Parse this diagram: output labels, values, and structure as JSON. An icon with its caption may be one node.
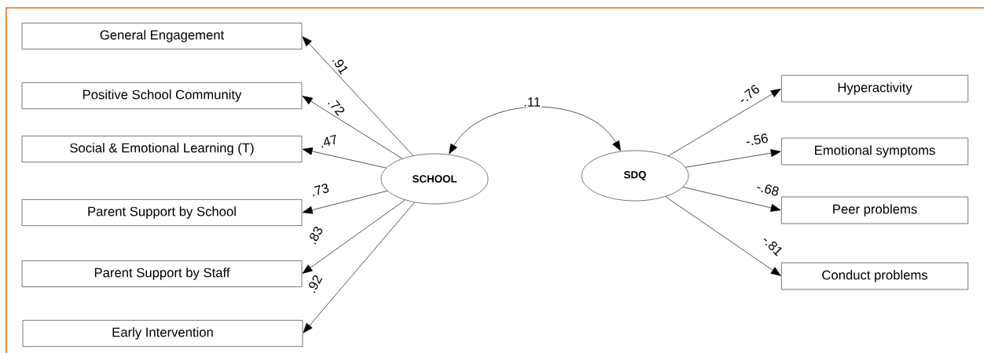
{
  "diagram": {
    "nodes": [
      {
        "text": [
          "General Engagement"
        ]
      },
      {
        "text": [
          "Positive School Community"
        ]
      },
      {
        "text": [
          "Social & Emotional Learning (T)"
        ]
      },
      {
        "text": [
          "Parent Support by School"
        ]
      },
      {
        "text": [
          "Parent Support by Staff"
        ]
      },
      {
        "text": [
          "Early Intervention"
        ]
      },
      {
        "text": [
          "SCHOOL"
        ]
      },
      {
        "text": [
          "SDQ"
        ]
      },
      {
        "text": [
          "Hyperactivity"
        ]
      },
      {
        "text": [
          "Emotional symptoms"
        ]
      },
      {
        "text": [
          "Peer problems"
        ]
      },
      {
        "text": [
          "Conduct problems"
        ]
      }
    ],
    "edges": [
      {
        "from": 6,
        "to": 0,
        "arrow": "to",
        "label": ".91"
      },
      {
        "from": 6,
        "to": 1,
        "arrow": "to",
        "label": ".72"
      },
      {
        "from": 6,
        "to": 2,
        "arrow": "to",
        "label": ".47"
      },
      {
        "from": 6,
        "to": 3,
        "arrow": "to",
        "label": ".73"
      },
      {
        "from": 6,
        "to": 4,
        "arrow": "to",
        "label": ".83"
      },
      {
        "from": 6,
        "to": 5,
        "arrow": "to",
        "label": ".92"
      },
      {
        "from": 6,
        "to": 7,
        "arrow": "both",
        "label": ".11"
      },
      {
        "from": 7,
        "to": 8,
        "arrow": "to",
        "label": "-.76"
      },
      {
        "from": 7,
        "to": 9,
        "arrow": "to",
        "label": "-.56"
      },
      {
        "from": 7,
        "to": 10,
        "arrow": "to",
        "label": "-.68"
      },
      {
        "from": 7,
        "to": 11,
        "arrow": "to",
        "label": "-.81"
      }
    ]
  }
}
